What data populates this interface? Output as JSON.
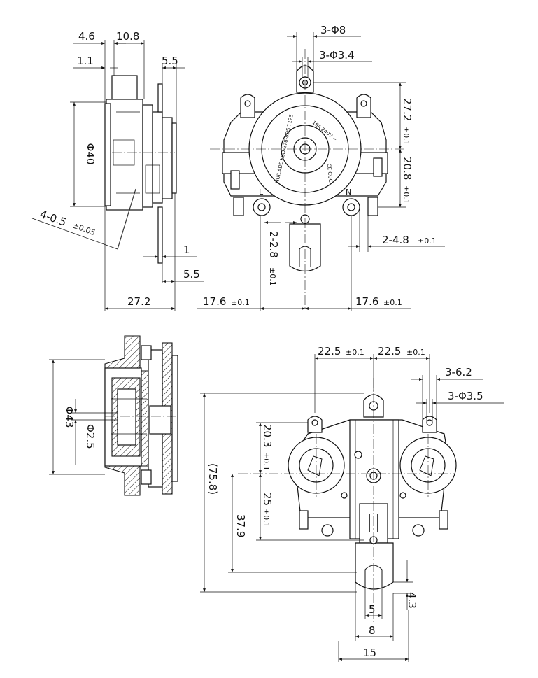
{
  "top_left_view": {
    "d_4_6": "4.6",
    "d_10_8": "10.8",
    "d_1_1": "1.1",
    "d_5_5_top": "5.5",
    "d_phi40": "Φ40",
    "d_4_0_5": "4-0.5",
    "d_4_0_5_tol": "±0.05",
    "d_1": "1",
    "d_5_5_bottom": "5.5",
    "d_27_2": "27.2"
  },
  "top_right_view": {
    "d_3_phi8": "3-Φ8",
    "d_3_phi3_4": "3-Φ3.4",
    "d_27_2": "27.2",
    "d_27_2_tol": "±0.1",
    "d_20_8": "20.8",
    "d_20_8_tol": "±0.1",
    "d_2_4_8": "2-4.8",
    "d_2_4_8_tol": "±0.1",
    "d_2_2_8": "2-2.8",
    "d_2_2_8_tol": "±0.1",
    "d_17_6_left": "17.6",
    "d_17_6_left_tol": "±0.1",
    "d_17_6_right": "17.6",
    "d_17_6_right_tol": "±0.1",
    "label_L": "L",
    "label_N": "N",
    "dial_rating": "16A 240V ~",
    "dial_model": "HUILADE KSD-278-8DS T125",
    "dial_marks": "CE CQC"
  },
  "bottom_left_view": {
    "d_phi43": "Φ43",
    "d_phi2_5": "Φ2.5"
  },
  "bottom_right_view": {
    "d_22_5_left": "22.5",
    "d_22_5_left_tol": "±0.1",
    "d_22_5_right": "22.5",
    "d_22_5_right_tol": "±0.1",
    "d_3_6_2": "3-6.2",
    "d_3_phi3_5": "3-Φ3.5",
    "d_20_3": "20.3",
    "d_20_3_tol": "±0.1",
    "d_25": "25",
    "d_25_tol": "±0.1",
    "d_75_8": "(75.8)",
    "d_37_9": "37.9",
    "d_4_3": "4.3",
    "d_5": "5",
    "d_8": "8",
    "d_15": "15"
  }
}
